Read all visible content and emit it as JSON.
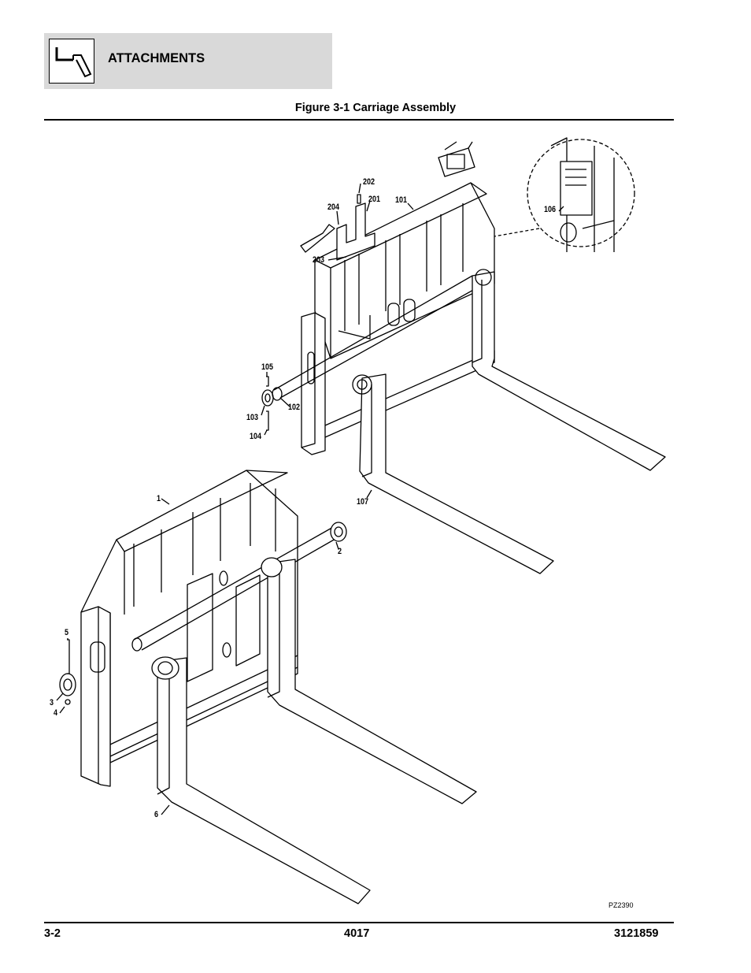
{
  "header": {
    "section_title": "ATTACHMENTS",
    "icon": "fork-attachment-icon"
  },
  "figure": {
    "title": "Figure 3-1 Carriage Assembly",
    "drawing_id": "PZ2390",
    "callouts": [
      {
        "id": "c202",
        "label": "202"
      },
      {
        "id": "c204",
        "label": "204"
      },
      {
        "id": "c201",
        "label": "201"
      },
      {
        "id": "c101",
        "label": "101"
      },
      {
        "id": "c106",
        "label": "106"
      },
      {
        "id": "c203",
        "label": "203"
      },
      {
        "id": "c105",
        "label": "105"
      },
      {
        "id": "c103",
        "label": "103"
      },
      {
        "id": "c102",
        "label": "102"
      },
      {
        "id": "c104",
        "label": "104"
      },
      {
        "id": "c107",
        "label": "107"
      },
      {
        "id": "c1",
        "label": "1"
      },
      {
        "id": "c2",
        "label": "2"
      },
      {
        "id": "c5",
        "label": "5"
      },
      {
        "id": "c3",
        "label": "3"
      },
      {
        "id": "c4",
        "label": "4"
      },
      {
        "id": "c6",
        "label": "6"
      }
    ]
  },
  "footer": {
    "page_number": "3-2",
    "model": "4017",
    "manual_number": "3121859"
  }
}
